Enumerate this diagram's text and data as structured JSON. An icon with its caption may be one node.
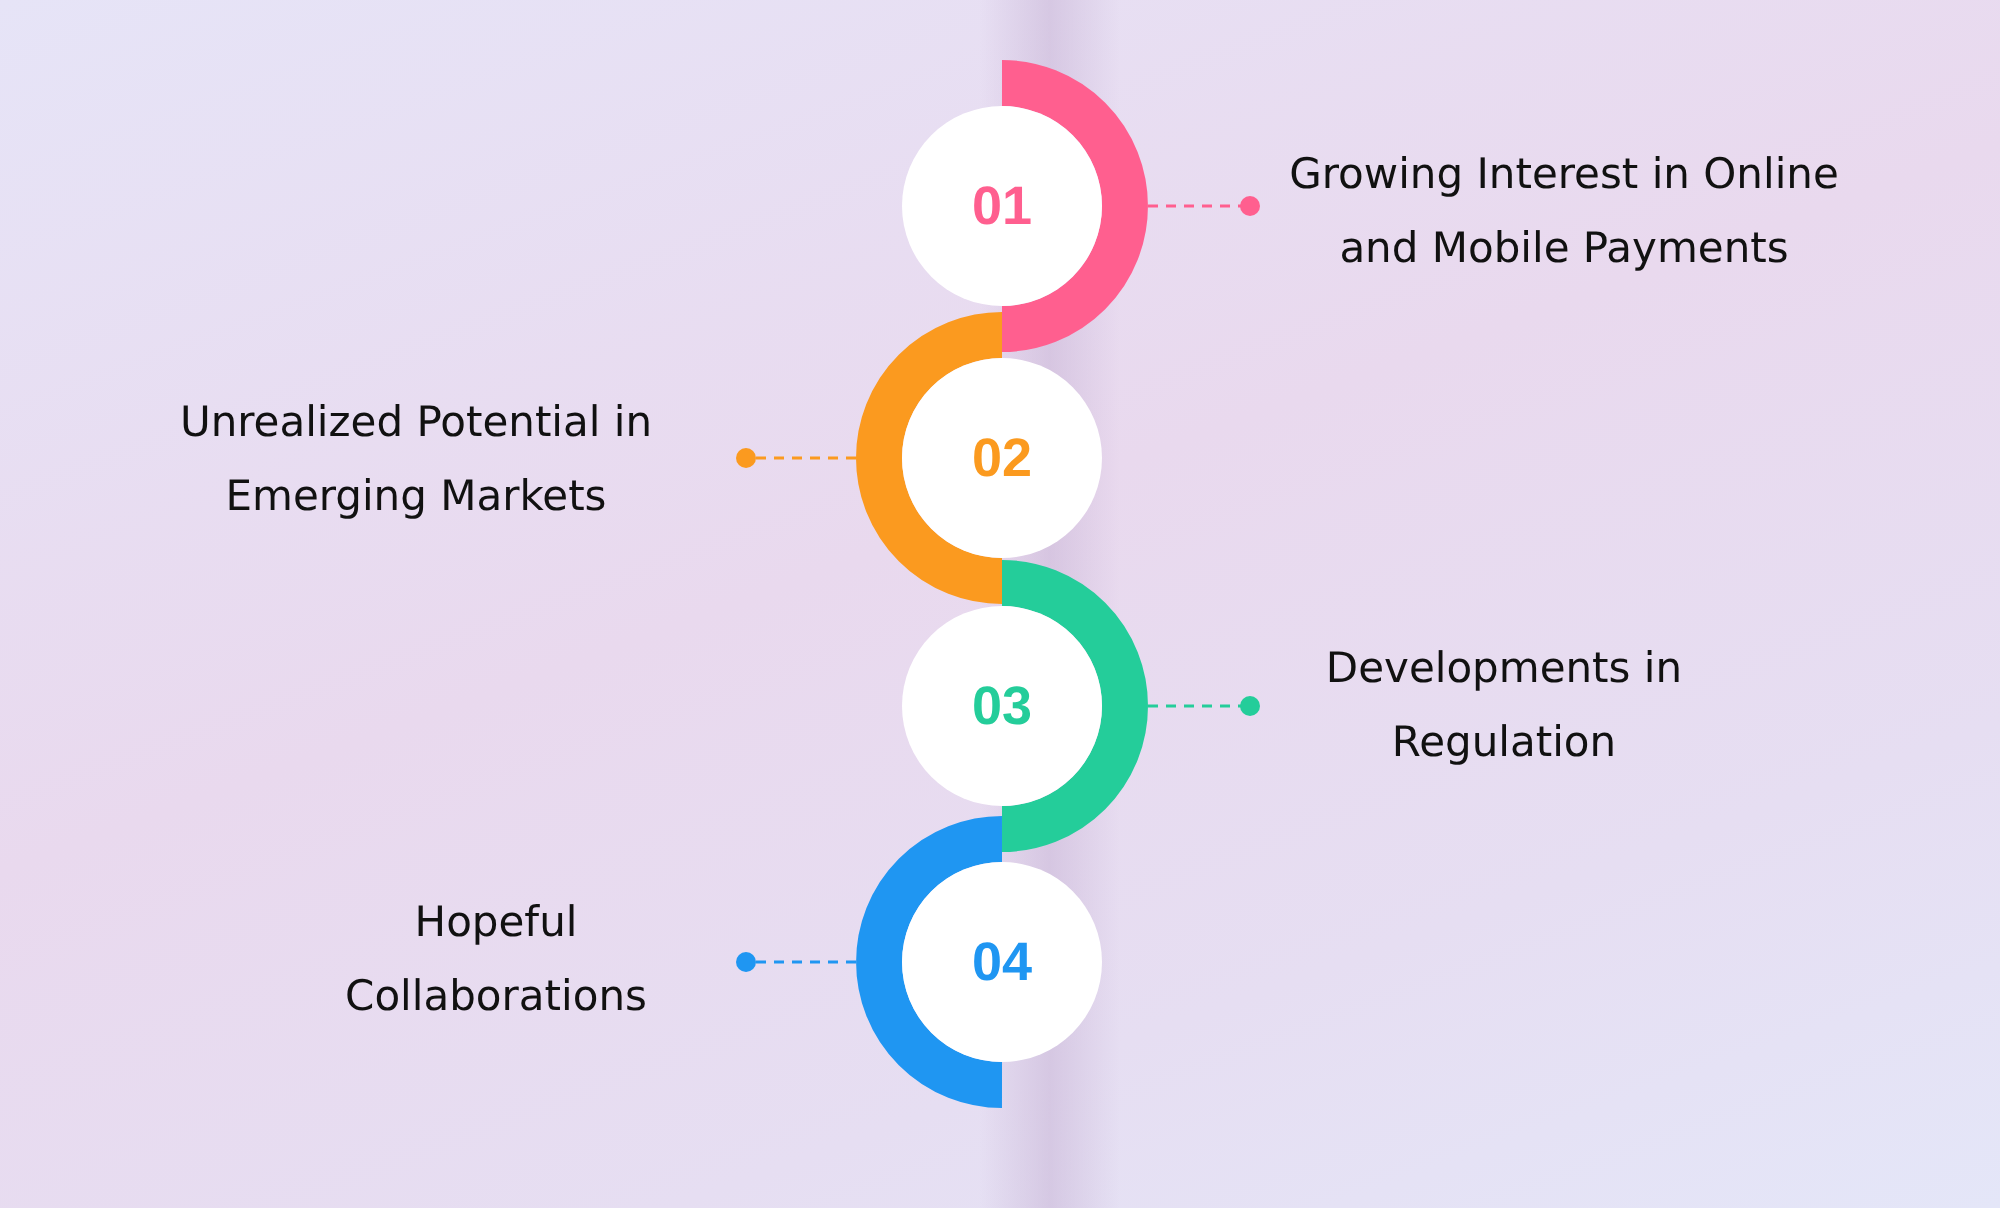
{
  "diagram": {
    "nodes": [
      {
        "text": [
          "01"
        ]
      },
      {
        "text": [
          "Growing Interest in Online and Mobile Payments"
        ]
      },
      {
        "text": [
          "02"
        ]
      },
      {
        "text": [
          "Unrealized Potential in Emerging Markets"
        ]
      },
      {
        "text": [
          "03"
        ]
      },
      {
        "text": [
          "Developments in Regulation"
        ]
      },
      {
        "text": [
          "04"
        ]
      },
      {
        "text": [
          "Hopeful Collaborations"
        ]
      }
    ],
    "edges": [
      {
        "from": 0,
        "to": 1,
        "arrow": "other",
        "style": "dashed",
        "color": "#ff5f8f"
      },
      {
        "from": 2,
        "to": 3,
        "arrow": "other",
        "style": "dashed",
        "color": "#fb9a1f"
      },
      {
        "from": 4,
        "to": 5,
        "arrow": "other",
        "style": "dashed",
        "color": "#24cd9a"
      },
      {
        "from": 6,
        "to": 7,
        "arrow": "other",
        "style": "dashed",
        "color": "#1f96f2"
      }
    ]
  }
}
